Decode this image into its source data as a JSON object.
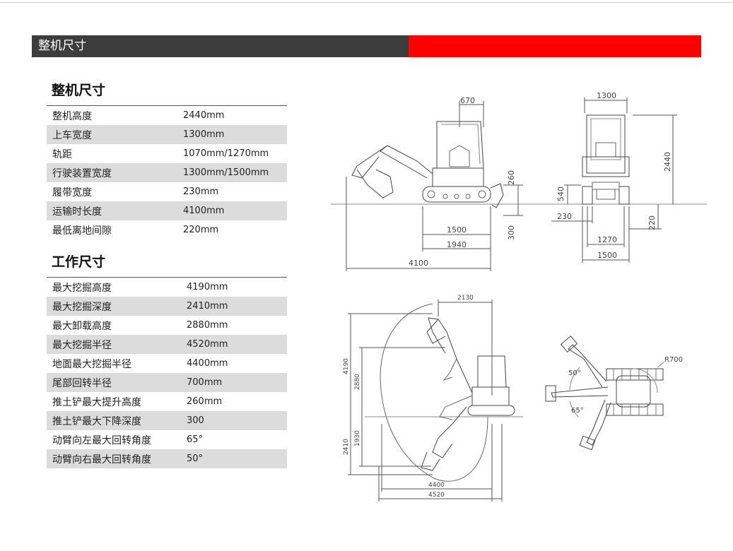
{
  "header": {
    "title": "整机尺寸"
  },
  "machine_dims": {
    "title": "整机尺寸",
    "rows": [
      {
        "label": "整机高度",
        "value": "2440mm"
      },
      {
        "label": "上车宽度",
        "value": "1300mm"
      },
      {
        "label": "轨距",
        "value": "1070mm/1270mm"
      },
      {
        "label": "行驶装置宽度",
        "value": "1300mm/1500mm"
      },
      {
        "label": "履带宽度",
        "value": "230mm"
      },
      {
        "label": "运输时长度",
        "value": "4100mm"
      },
      {
        "label": "最低离地间隙",
        "value": "220mm"
      }
    ]
  },
  "work_dims": {
    "title": "工作尺寸",
    "rows": [
      {
        "label": "最大挖掘高度",
        "value": "4190mm"
      },
      {
        "label": "最大挖掘深度",
        "value": "2410mm"
      },
      {
        "label": "最大卸载高度",
        "value": "2880mm"
      },
      {
        "label": "最大挖掘半径",
        "value": "4520mm"
      },
      {
        "label": "地面最大挖掘半径",
        "value": "4400mm"
      },
      {
        "label": "尾部回转半径",
        "value": "700mm"
      },
      {
        "label": "推土铲最大提升高度",
        "value": "260mm"
      },
      {
        "label": "推土铲最大下降深度",
        "value": "300"
      },
      {
        "label": "动臂向左最大回转角度",
        "value": "65°"
      },
      {
        "label": "动臂向右最大回转角度",
        "value": "50°"
      }
    ]
  },
  "drawing_labels": {
    "side": {
      "cab": "670",
      "blade_up": "260",
      "blade_down": "300",
      "track": "1500",
      "under": "1940",
      "transport": "4100"
    },
    "front": {
      "width": "1300",
      "height": "2440",
      "h540": "540",
      "track_w": "230",
      "clearance": "220",
      "gauge": "1270",
      "total": "1500"
    },
    "work": {
      "top": "2130",
      "max_h": "4190",
      "dump": "2880",
      "depth": "2410",
      "d1930": "1930",
      "ground_r": "4400",
      "max_r": "4520"
    },
    "plan": {
      "tail": "R700",
      "right": "50°",
      "left": "65°"
    }
  },
  "colors": {
    "header_dark": "#3d3d3d",
    "header_red": "#ff0000",
    "row_alt": "#dcdcdc"
  }
}
